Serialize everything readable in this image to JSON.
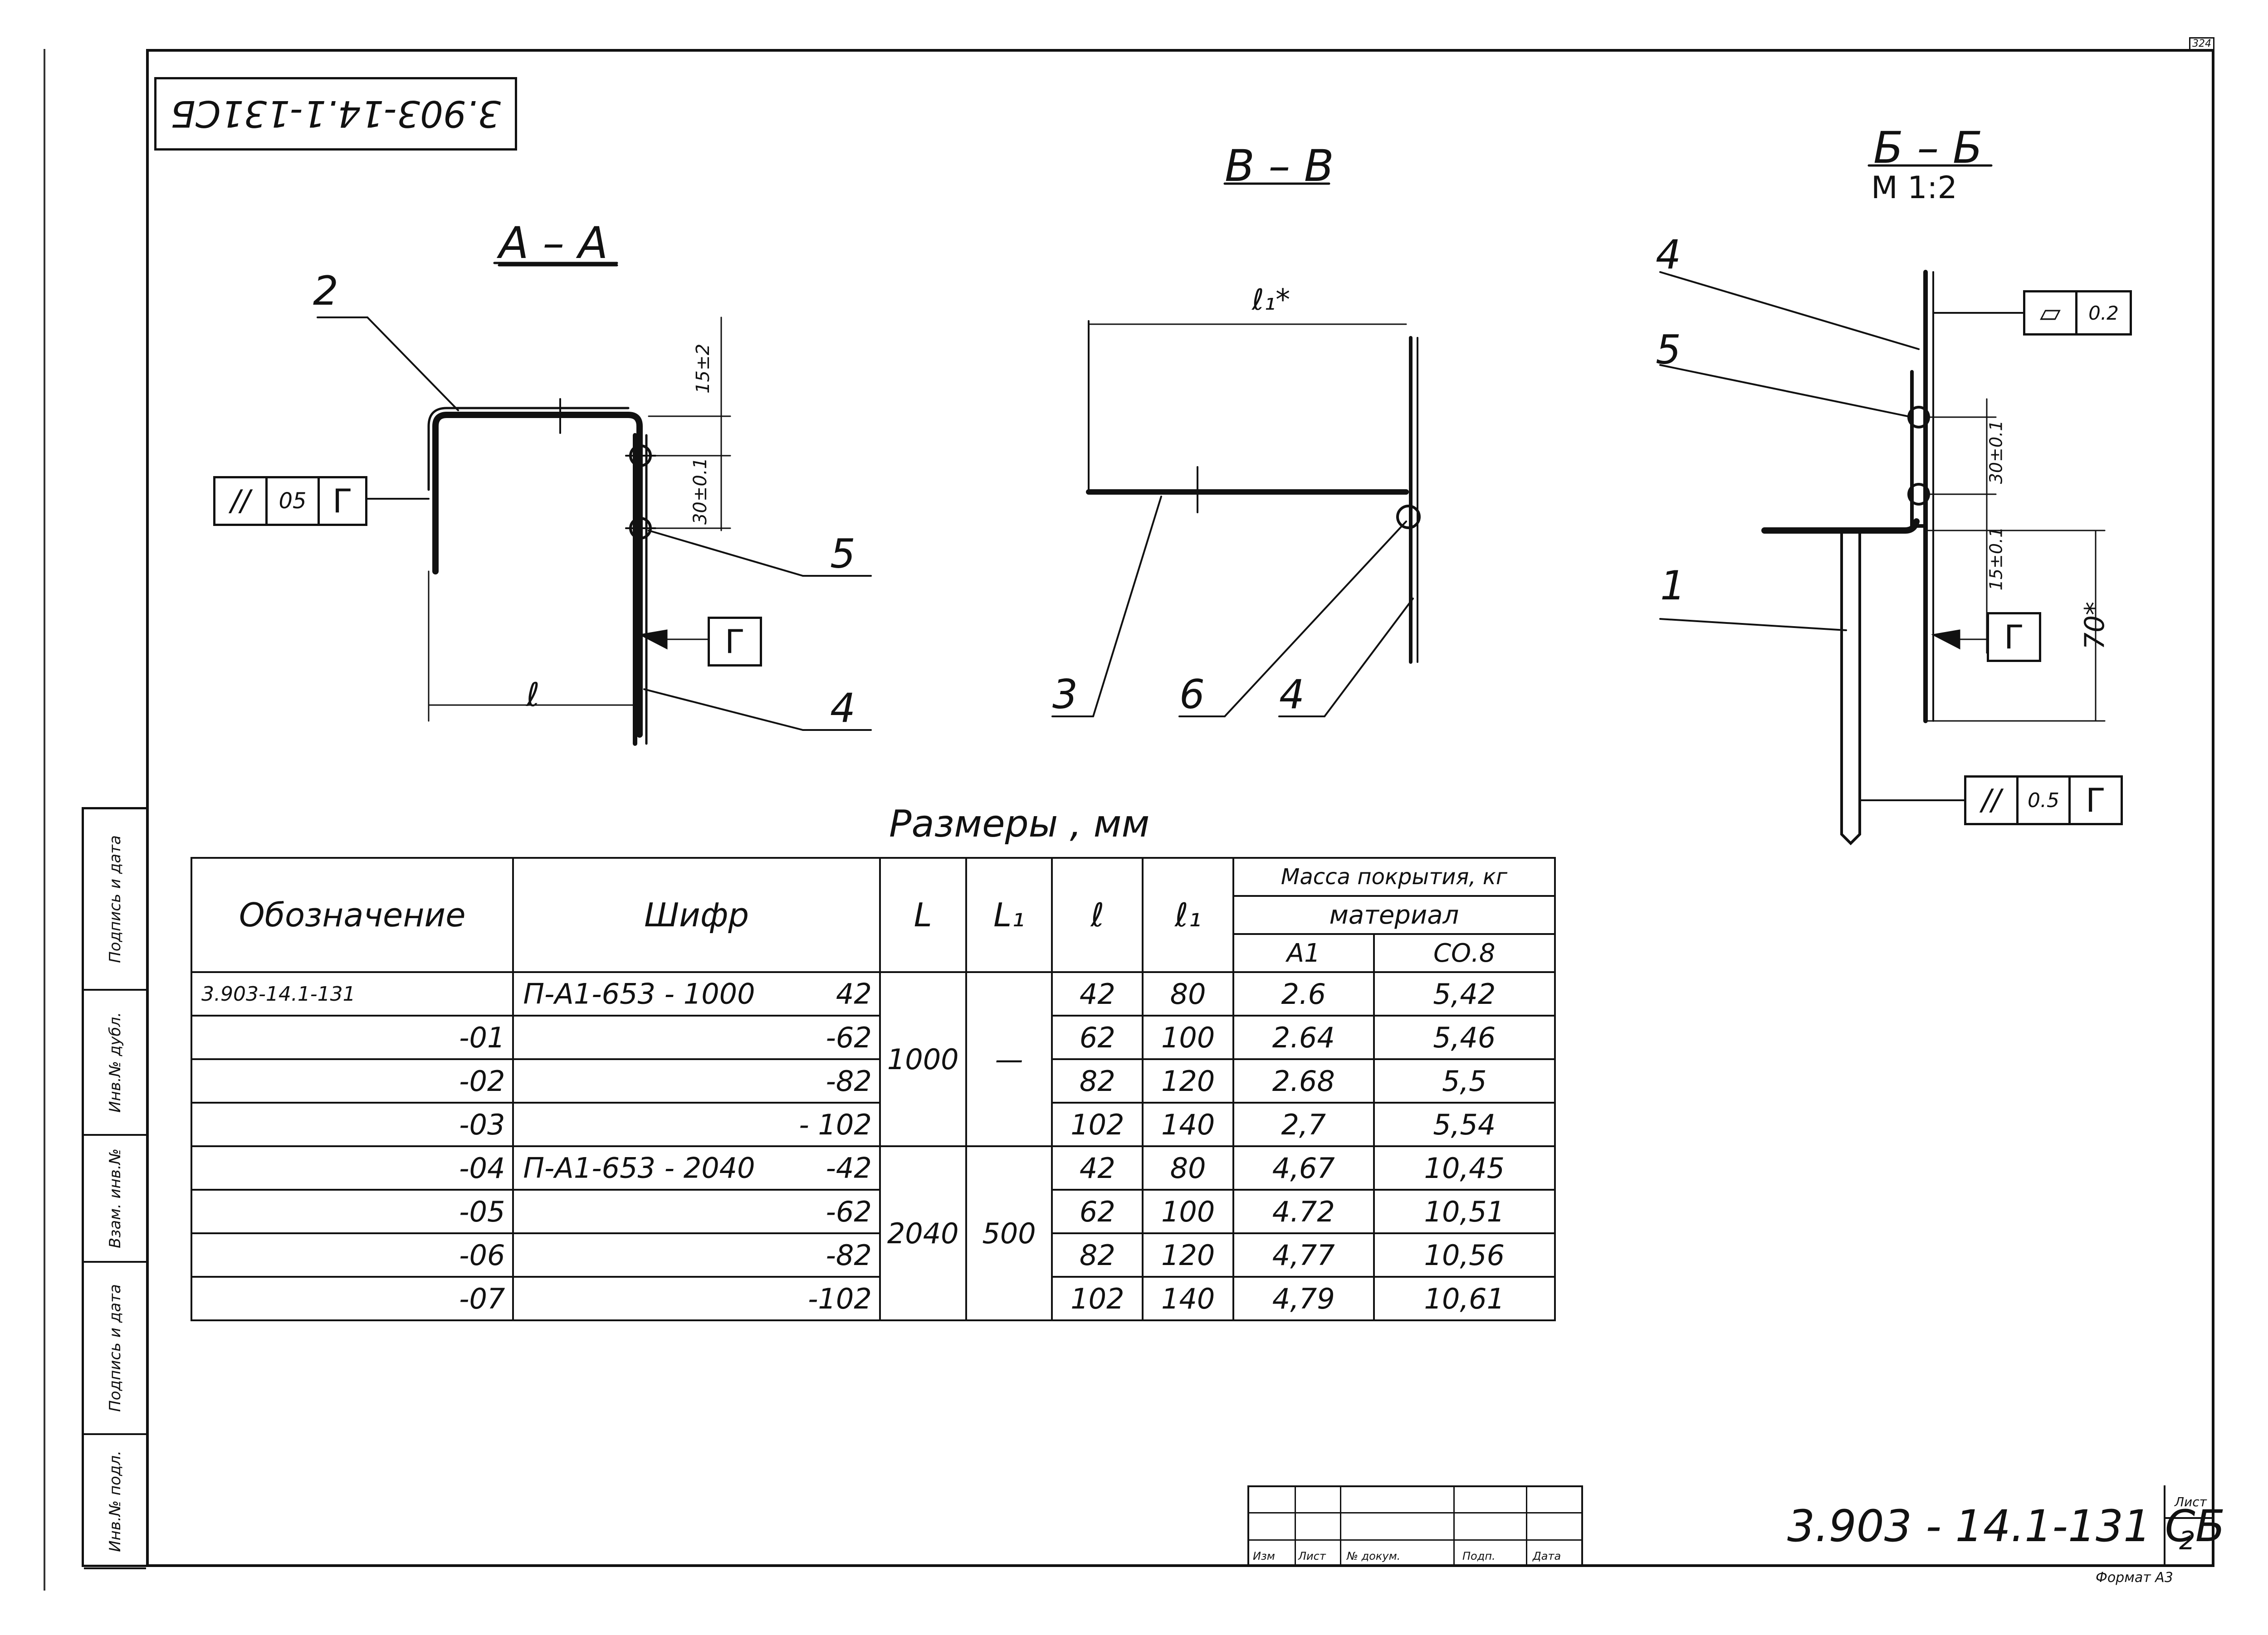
{
  "sheet": {
    "top_corner_number": "324",
    "stamp_code": "3.903-14.1-131СБ",
    "format_label": "Формат А3",
    "sheet_label": "Лист",
    "sheet_number": "2",
    "main_code": "3.903 - 14.1-131 СБ"
  },
  "side_strip": {
    "cells": [
      "Инв.№ подл.",
      "Подпись и дата",
      "Взам. инв.№",
      "Инв.№ дубл.",
      "Подпись и дата"
    ]
  },
  "views": {
    "aa": {
      "title": "А – А",
      "callout_2": "2",
      "callout_5": "5",
      "callout_4": "4",
      "dim_15": "15±2",
      "dim_30": "30±0.1",
      "dim_l": "ℓ",
      "tol_sym": "//",
      "tol_val": "05",
      "tol_datum": "Г",
      "weld_datum": "Г"
    },
    "vv": {
      "title": "В – В",
      "dim_l1": "ℓ₁*",
      "callout_3": "3",
      "callout_6": "6",
      "callout_4": "4"
    },
    "bb": {
      "title": "Б – Б",
      "scale": "М 1:2",
      "callout_4": "4",
      "callout_5": "5",
      "callout_1": "1",
      "flat_sym": "▱",
      "flat_val": "0.2",
      "dim_30": "30±0.1",
      "dim_15": "15±0.1",
      "dim_70": "70*",
      "weld_datum": "Г",
      "par_sym": "//",
      "par_val": "0.5",
      "par_datum": "Г"
    }
  },
  "table": {
    "title": "Размеры , мм",
    "headers": {
      "designation": "Обозначение",
      "code": "Шифр",
      "L": "L",
      "L1": "L₁",
      "l": "ℓ",
      "l1": "ℓ₁",
      "mass": "Масса покрытия, кг",
      "material": "материал",
      "a1": "А1",
      "co8": "СО.8"
    },
    "group1": {
      "L": "1000",
      "L1": "—"
    },
    "group2": {
      "L": "2040",
      "L1": "500"
    },
    "rows": [
      {
        "designation": "3.903-14.1-131",
        "code_left": "П-А1-653 - 1000",
        "code_right": "42",
        "l": "42",
        "l1": "80",
        "a1": "2.6",
        "co8": "5,42"
      },
      {
        "designation": "-01",
        "code_left": "",
        "code_right": "-62",
        "l": "62",
        "l1": "100",
        "a1": "2.64",
        "co8": "5,46"
      },
      {
        "designation": "-02",
        "code_left": "",
        "code_right": "-82",
        "l": "82",
        "l1": "120",
        "a1": "2.68",
        "co8": "5,5"
      },
      {
        "designation": "-03",
        "code_left": "",
        "code_right": "- 102",
        "l": "102",
        "l1": "140",
        "a1": "2,7",
        "co8": "5,54"
      },
      {
        "designation": "-04",
        "code_left": "П-А1-653 - 2040",
        "code_right": "-42",
        "l": "42",
        "l1": "80",
        "a1": "4,67",
        "co8": "10,45"
      },
      {
        "designation": "-05",
        "code_left": "",
        "code_right": "-62",
        "l": "62",
        "l1": "100",
        "a1": "4.72",
        "co8": "10,51"
      },
      {
        "designation": "-06",
        "code_left": "",
        "code_right": "-82",
        "l": "82",
        "l1": "120",
        "a1": "4,77",
        "co8": "10,56"
      },
      {
        "designation": "-07",
        "code_left": "",
        "code_right": "-102",
        "l": "102",
        "l1": "140",
        "a1": "4,79",
        "co8": "10,61"
      }
    ]
  },
  "titleblock": {
    "labels": [
      "Изм",
      "Лист",
      "№ докум.",
      "Подп.",
      "Дата"
    ]
  }
}
